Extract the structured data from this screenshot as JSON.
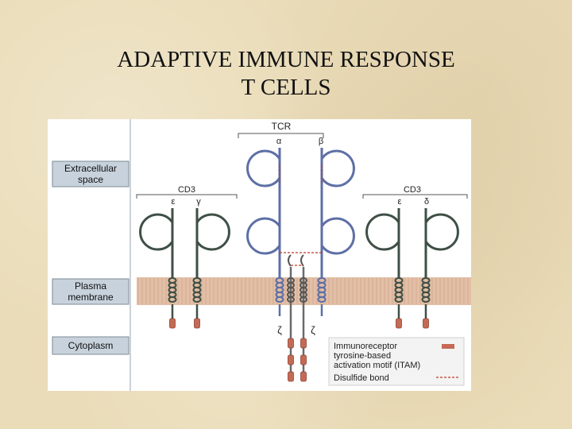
{
  "slide": {
    "title_line1": "ADAPTIVE IMMUNE RESPONSE",
    "title_line2": "T CELLS"
  },
  "diagram": {
    "tcr_label": "TCR",
    "tcr_alpha": "α",
    "tcr_beta": "β",
    "cd3_left_label": "CD3",
    "cd3_left_epsilon": "ε",
    "cd3_left_gamma": "γ",
    "cd3_right_label": "CD3",
    "cd3_right_epsilon": "ε",
    "cd3_right_delta": "δ",
    "zeta_left": "ζ",
    "zeta_right": "ζ",
    "side_labels": {
      "extracellular_line1": "Extracellular",
      "extracellular_line2": "space",
      "membrane_line1": "Plasma",
      "membrane_line2": "membrane",
      "cytoplasm": "Cytoplasm"
    },
    "legend": {
      "itam_line1": "Immunoreceptor",
      "itam_line2": "tyrosine-based",
      "itam_line3": "activation motif (ITAM)",
      "disulfide": "Disulfide bond"
    },
    "colors": {
      "cd3_chain": "#3f4f46",
      "tcr_chain": "#5d6fa6",
      "itam": "#c56a56",
      "disulfide": "#c0392b",
      "membrane": "#e2bfa6",
      "label_box": "#c7d2dc"
    }
  }
}
